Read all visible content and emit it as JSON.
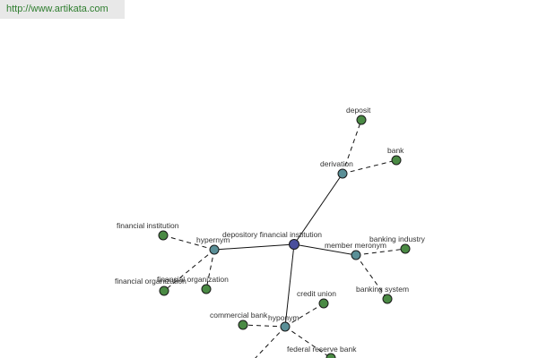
{
  "header": {
    "url": "http://www.artikata.com"
  },
  "colors": {
    "root": "#4a4f9c",
    "relation": "#5a8f97",
    "leaf": "#4a8a44",
    "url_text": "#2e7d2e",
    "url_bg": "#e8e8e8"
  },
  "graph": {
    "nodes": [
      {
        "id": "root",
        "label": "depository financial institution",
        "kind": "root"
      },
      {
        "id": "derivation",
        "label": "derivation",
        "kind": "relation"
      },
      {
        "id": "hypernym",
        "label": "hypernym",
        "kind": "relation"
      },
      {
        "id": "member_meronym",
        "label": "member meronym",
        "kind": "relation"
      },
      {
        "id": "hyponym",
        "label": "hyponym",
        "kind": "relation"
      },
      {
        "id": "deposit",
        "label": "deposit",
        "kind": "leaf"
      },
      {
        "id": "bank",
        "label": "bank",
        "kind": "leaf"
      },
      {
        "id": "financial_institution",
        "label": "financial institution",
        "kind": "leaf"
      },
      {
        "id": "financial_organization_1",
        "label": "financial organization",
        "kind": "leaf"
      },
      {
        "id": "financial_organization_2",
        "label": "financial organization",
        "kind": "leaf"
      },
      {
        "id": "banking_industry",
        "label": "banking industry",
        "kind": "leaf"
      },
      {
        "id": "banking_system",
        "label": "banking system",
        "kind": "leaf"
      },
      {
        "id": "credit_union",
        "label": "credit union",
        "kind": "leaf"
      },
      {
        "id": "commercial_bank",
        "label": "commercial bank",
        "kind": "leaf"
      },
      {
        "id": "federal_reserve_bank",
        "label": "federal reserve bank",
        "kind": "leaf"
      }
    ],
    "edges": [
      {
        "from": "root",
        "to": "derivation",
        "style": "solid"
      },
      {
        "from": "root",
        "to": "hypernym",
        "style": "solid"
      },
      {
        "from": "root",
        "to": "member_meronym",
        "style": "solid"
      },
      {
        "from": "root",
        "to": "hyponym",
        "style": "solid"
      },
      {
        "from": "derivation",
        "to": "deposit",
        "style": "dashed"
      },
      {
        "from": "derivation",
        "to": "bank",
        "style": "dashed"
      },
      {
        "from": "hypernym",
        "to": "financial_institution",
        "style": "dashed"
      },
      {
        "from": "hypernym",
        "to": "financial_organization_1",
        "style": "dashed"
      },
      {
        "from": "hypernym",
        "to": "financial_organization_2",
        "style": "dashed"
      },
      {
        "from": "member_meronym",
        "to": "banking_industry",
        "style": "dashed"
      },
      {
        "from": "member_meronym",
        "to": "banking_system",
        "style": "dashed"
      },
      {
        "from": "hyponym",
        "to": "credit_union",
        "style": "dashed"
      },
      {
        "from": "hyponym",
        "to": "commercial_bank",
        "style": "dashed"
      },
      {
        "from": "hyponym",
        "to": "federal_reserve_bank",
        "style": "dashed"
      },
      {
        "from": "hyponym",
        "to": "offscreen_leaf",
        "style": "dashed"
      }
    ]
  }
}
